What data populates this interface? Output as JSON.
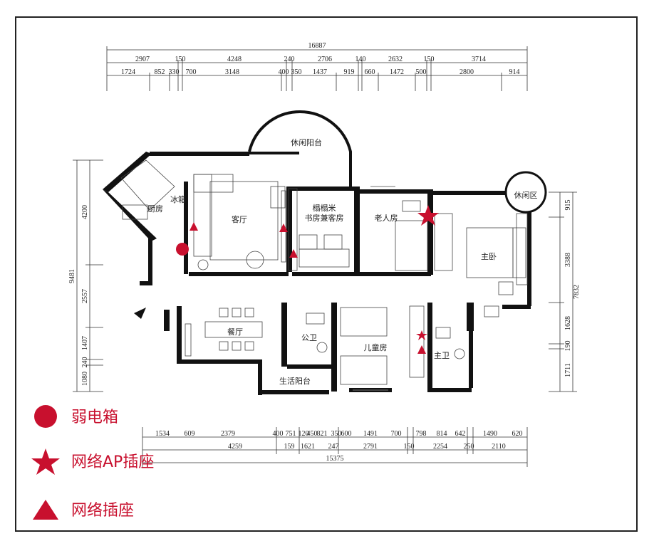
{
  "colors": {
    "accent": "#c8102e",
    "wall": "#111111",
    "line": "#333333"
  },
  "dims_top_total": "16887",
  "dims_top_row1": [
    "2907",
    "150",
    "4248",
    "240",
    "2706",
    "140",
    "2632",
    "150",
    "3714"
  ],
  "dims_top_row2": [
    "1724",
    "852",
    "330",
    "700",
    "3148",
    "400",
    "350",
    "1437",
    "919",
    "660",
    "1472",
    "500",
    "2800",
    "914"
  ],
  "dims_bottom_row1": [
    "1534",
    "609",
    "2379",
    "400",
    "751",
    "120",
    "450",
    "821",
    "350",
    "600",
    "1491",
    "700",
    "798",
    "814",
    "642",
    "1490",
    "620"
  ],
  "dims_bottom_row2": [
    "4259",
    "159",
    "1621",
    "247",
    "2791",
    "150",
    "2254",
    "250",
    "2110"
  ],
  "dims_bottom_total": "15375",
  "dims_left_total": "9481",
  "dims_left": [
    "4200",
    "2557",
    "1407",
    "240",
    "1080"
  ],
  "dims_right_total": "7832",
  "dims_right": [
    "915",
    "3388",
    "1628",
    "190",
    "1711"
  ],
  "rooms": {
    "balcony_leisure": "休闲阳台",
    "kitchen": "厨房",
    "fridge": "冰箱",
    "living": "客厅",
    "study_1": "榻榻米",
    "study_2": "书房兼客房",
    "elder": "老人房",
    "leisure": "休闲区",
    "master": "主卧",
    "dining": "餐厅",
    "bath_public": "公卫",
    "children": "儿童房",
    "bath_master": "主卫",
    "balcony_life": "生活阳台"
  },
  "legend": [
    {
      "icon": "circle-icon",
      "label": "弱电箱"
    },
    {
      "icon": "star-icon",
      "label": "网络AP插座"
    },
    {
      "icon": "triangle-icon",
      "label": "网络插座"
    }
  ]
}
